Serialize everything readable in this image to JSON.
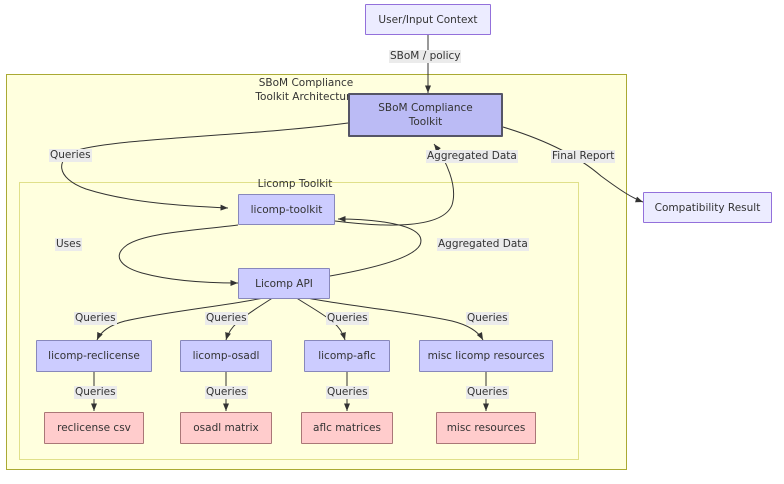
{
  "diagram": {
    "title": "SBoM Compliance Toolkit Architecture",
    "type": "flowchart",
    "clusters": [
      {
        "id": "sbom-compliance-toolkit-architecture",
        "label": "SBoM Compliance\nToolkit Architecture",
        "fill": "#ffffde",
        "stroke": "#aaaa33"
      },
      {
        "id": "licomp-toolkit",
        "label": "Licomp Toolkit",
        "fill": "#ffffde",
        "stroke": "#e0e08a"
      }
    ],
    "nodes": [
      {
        "id": "user-input-context",
        "label": "User/Input Context",
        "style": "lilac"
      },
      {
        "id": "sbom-compliance-toolkit",
        "label": "SBoM Compliance\nToolkit",
        "style": "blue-strong"
      },
      {
        "id": "compatibility-result",
        "label": "Compatibility Result",
        "style": "lilac"
      },
      {
        "id": "licomp-toolkit-node",
        "label": "licomp-toolkit",
        "style": "blue"
      },
      {
        "id": "licomp-api",
        "label": "Licomp API",
        "style": "blue"
      },
      {
        "id": "licomp-reclicense",
        "label": "licomp-reclicense",
        "style": "blue"
      },
      {
        "id": "licomp-osadl",
        "label": "licomp-osadl",
        "style": "blue"
      },
      {
        "id": "licomp-aflc",
        "label": "licomp-aflc",
        "style": "blue"
      },
      {
        "id": "misc-licomp-resources",
        "label": "misc licomp resources",
        "style": "blue"
      },
      {
        "id": "reclicense-csv",
        "label": "reclicense csv",
        "style": "pink"
      },
      {
        "id": "osadl-matrix",
        "label": "osadl matrix",
        "style": "pink"
      },
      {
        "id": "aflc-matrices",
        "label": "aflc matrices",
        "style": "pink"
      },
      {
        "id": "misc-resources",
        "label": "misc resources",
        "style": "pink"
      }
    ],
    "edges": [
      {
        "id": "e-user-toolkit",
        "from": "user-input-context",
        "to": "sbom-compliance-toolkit",
        "label": "SBoM / policy"
      },
      {
        "id": "e-toolkit-licomptoolkit",
        "from": "sbom-compliance-toolkit",
        "to": "licomp-toolkit-node",
        "label": "Queries"
      },
      {
        "id": "e-licomptoolkit-toolkit",
        "from": "licomp-toolkit-node",
        "to": "sbom-compliance-toolkit",
        "label": "Aggregated Data"
      },
      {
        "id": "e-toolkit-result",
        "from": "sbom-compliance-toolkit",
        "to": "compatibility-result",
        "label": "Final Report"
      },
      {
        "id": "e-licomptoolkit-api",
        "from": "licomp-toolkit-node",
        "to": "licomp-api",
        "label": "Uses"
      },
      {
        "id": "e-api-licomptoolkit",
        "from": "licomp-api",
        "to": "licomp-toolkit-node",
        "label": "Aggregated Data"
      },
      {
        "id": "e-api-reclicense",
        "from": "licomp-api",
        "to": "licomp-reclicense",
        "label": "Queries"
      },
      {
        "id": "e-api-osadl",
        "from": "licomp-api",
        "to": "licomp-osadl",
        "label": "Queries"
      },
      {
        "id": "e-api-aflc",
        "from": "licomp-api",
        "to": "licomp-aflc",
        "label": "Queries"
      },
      {
        "id": "e-api-misc",
        "from": "licomp-api",
        "to": "misc-licomp-resources",
        "label": "Queries"
      },
      {
        "id": "e-reclicense-csv",
        "from": "licomp-reclicense",
        "to": "reclicense-csv",
        "label": "Queries"
      },
      {
        "id": "e-osadl-matrix",
        "from": "licomp-osadl",
        "to": "osadl-matrix",
        "label": "Queries"
      },
      {
        "id": "e-aflc-matrices",
        "from": "licomp-aflc",
        "to": "aflc-matrices",
        "label": "Queries"
      },
      {
        "id": "e-misc-resources",
        "from": "misc-licomp-resources",
        "to": "misc-resources",
        "label": "Queries"
      }
    ],
    "edge_labels": {
      "sbom_policy": "SBoM / policy",
      "queries": "Queries",
      "aggregated_data": "Aggregated Data",
      "final_report": "Final Report",
      "uses": "Uses"
    },
    "colors": {
      "cluster_fill": "#ffffde",
      "cluster_stroke_outer": "#aaaa33",
      "cluster_stroke_inner": "#e0e08a",
      "node_lilac_fill": "#ececff",
      "node_lilac_stroke": "#9370db",
      "node_blue_fill": "#ccccff",
      "node_blue_stroke": "#8888bb",
      "node_blue_strong_fill": "#bbbbf5",
      "node_blue_strong_stroke": "#555566",
      "node_pink_fill": "#ffcccc",
      "node_pink_stroke": "#aa7777",
      "edge_stroke": "#333333",
      "text": "#333333",
      "label_bg": "#ebebeb"
    }
  }
}
